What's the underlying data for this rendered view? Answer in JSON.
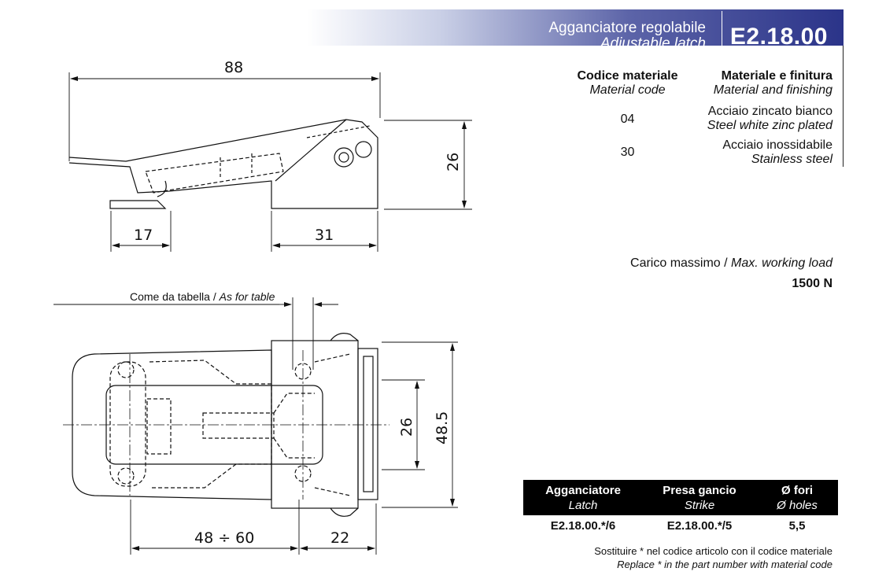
{
  "header": {
    "title_it": "Agganciatore regolabile",
    "title_en": "Adjustable latch",
    "code": "E2.18.00"
  },
  "materials": {
    "col1_it": "Codice materiale",
    "col1_en": "Material code",
    "col2_it": "Materiale e finitura",
    "col2_en": "Material and finishing",
    "rows": [
      {
        "code": "04",
        "name_it": "Acciaio zincato bianco",
        "name_en": "Steel white zinc plated"
      },
      {
        "code": "30",
        "name_it": "Acciaio inossidabile",
        "name_en": "Stainless steel"
      }
    ]
  },
  "load": {
    "label_it": "Carico massimo / ",
    "label_en": "Max. working load",
    "value": "1500 N"
  },
  "parts": {
    "headers": [
      {
        "it": "Agganciatore",
        "en": "Latch"
      },
      {
        "it": "Presa gancio",
        "en": "Strike"
      },
      {
        "it": "Ø fori",
        "en": "Ø holes"
      }
    ],
    "row": [
      "E2.18.00.*/6",
      "E2.18.00.*/5",
      "5,5"
    ]
  },
  "note": {
    "it": "Sostituire * nel codice articolo con il codice materiale",
    "en": "Replace * in the part number with material code"
  },
  "drawing": {
    "dim_88": "88",
    "dim_26_side": "26",
    "dim_17": "17",
    "dim_31": "31",
    "as_table_it": "Come da tabella / ",
    "as_table_en": "As for table",
    "dim_26_top": "26",
    "dim_48_5": "48.5",
    "dim_48_60": "48 ÷ 60",
    "dim_22": "22"
  }
}
